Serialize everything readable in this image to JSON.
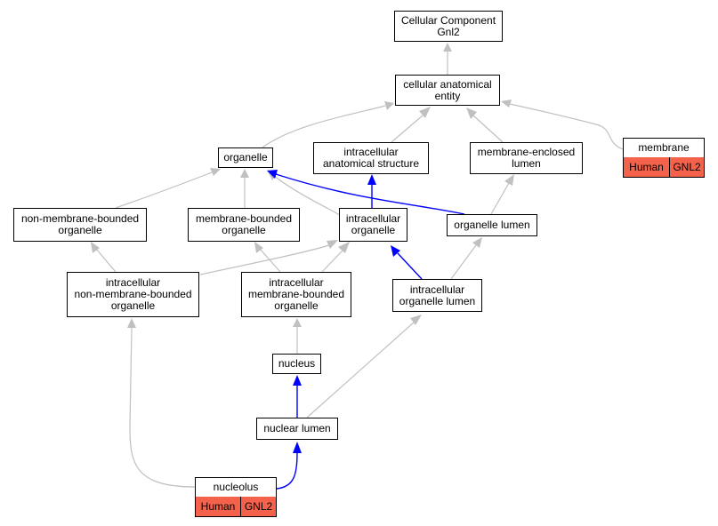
{
  "colors": {
    "edge_gray": "#c0c0c0",
    "edge_blue": "#0000ff",
    "tag_fill": "#f4624b",
    "node_border": "#000000"
  },
  "nodes": {
    "root": "Cellular Component\nGnl2",
    "cae": "cellular anatomical\nentity",
    "organelle": "organelle",
    "ias": "intracellular\nanatomical structure",
    "mel": "membrane-enclosed\nlumen",
    "membrane": "membrane",
    "nmbo": "non-membrane-bounded\norganelle",
    "mbo": "membrane-bounded\norganelle",
    "io": "intracellular\norganelle",
    "ol": "organelle lumen",
    "inmbo": "intracellular\nnon-membrane-bounded\norganelle",
    "imbo": "intracellular\nmembrane-bounded\norganelle",
    "iol": "intracellular\norganelle lumen",
    "nucleus": "nucleus",
    "nl": "nuclear lumen",
    "nucleolus": "nucleolus"
  },
  "tags": {
    "membrane": {
      "species": "Human",
      "gene": "GNL2"
    },
    "nucleolus": {
      "species": "Human",
      "gene": "GNL2"
    }
  }
}
